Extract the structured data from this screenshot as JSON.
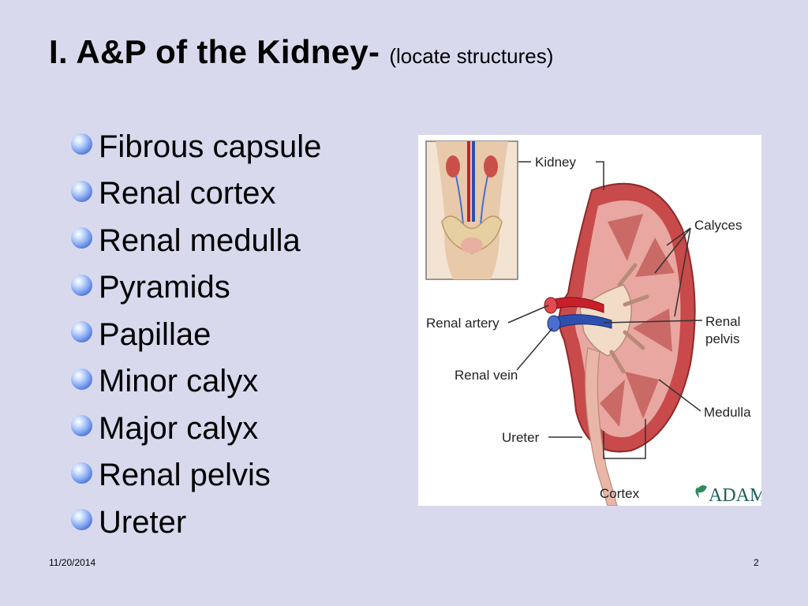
{
  "slide": {
    "title_main": "I.  A&P of the Kidney-",
    "title_sub": "(locate structures)",
    "bullets": [
      "Fibrous capsule",
      "Renal cortex",
      "Renal medulla",
      "Pyramids",
      "Papillae",
      "Minor calyx",
      "Major calyx",
      "Renal pelvis",
      "Ureter"
    ],
    "date": "11/20/2014",
    "page_number": "2"
  },
  "figure": {
    "labels": {
      "kidney": "Kidney",
      "calyces": "Calyces",
      "renal_artery": "Renal artery",
      "renal_pelvis_line1": "Renal",
      "renal_pelvis_line2": "pelvis",
      "renal_vein": "Renal vein",
      "medulla": "Medulla",
      "ureter": "Ureter",
      "cortex": "Cortex"
    },
    "logo_text": "ADAM.",
    "colors": {
      "background": "#d9d9ee",
      "cortex_red": "#c94a4a",
      "medulla_pink": "#e8a7a0",
      "artery_red": "#c8202a",
      "vein_blue": "#2e4fb0",
      "bullet_blue": "#5a82e0"
    }
  }
}
